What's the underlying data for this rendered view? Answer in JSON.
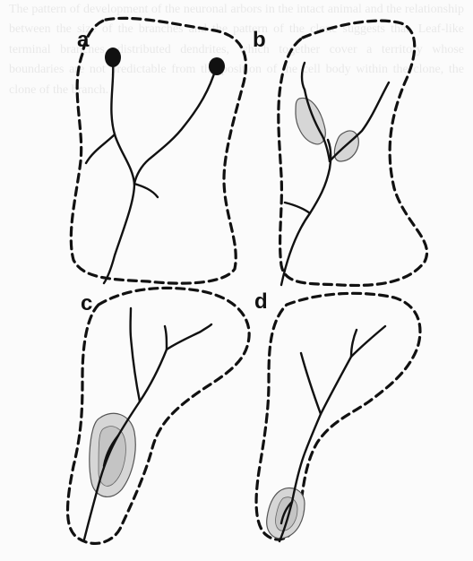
{
  "background_text": "The pattern of development of the neuronal arbors in the intact animal and the relationship between the size of the branches and the pattern of the clone suggests that. Leaf-like terminal branches, distributed dendrites, which together cover a territory whose boundaries are not predictable from the position of the cell body within the clone, the clone of the branch.",
  "panels": [
    {
      "id": "a",
      "label": "a"
    },
    {
      "id": "b",
      "label": "b"
    },
    {
      "id": "c",
      "label": "c"
    },
    {
      "id": "d",
      "label": "d"
    }
  ]
}
